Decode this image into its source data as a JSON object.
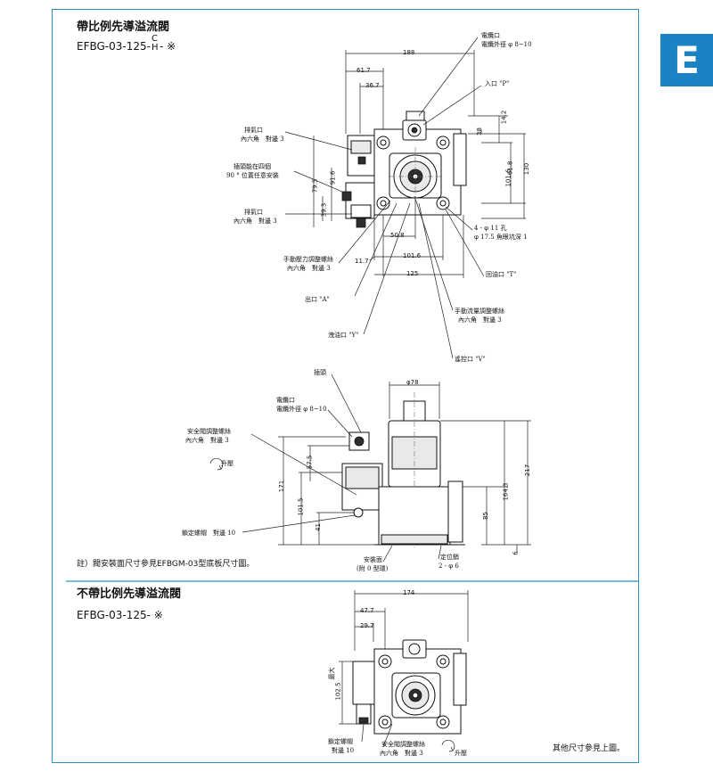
{
  "tab_letter": "E",
  "section1": {
    "title": "帶比例先導溢流閥",
    "model_prefix": "EFBG-03-125-",
    "model_variant_top": "C",
    "model_variant_bottom": "H",
    "model_suffix": "- ※"
  },
  "top_view": {
    "dims": {
      "d188": "188",
      "d61_7": "61.7",
      "d36_7": "36.7",
      "d38": "38",
      "d14_2": "14.2",
      "d61_8": "61.8",
      "d101_6": "101.6",
      "d130": "130",
      "d91_6": "91.6",
      "d79_5": "79.5",
      "d39_3": "39.3",
      "d50_8": "50.8",
      "d11_7": "11.7",
      "d101_6b": "101.6",
      "d125": "125"
    },
    "labels": {
      "cable_port": "電纜口",
      "cable_dia": "電纜外徑 φ 8~10",
      "inlet": "入口 \"P\"",
      "vent_a_1": "排氣口",
      "vent_a_2": "內六角　對邊 3",
      "plug_1": "插頭能在四個",
      "plug_2": "90 ° 位置任意安裝",
      "vent_b_1": "排氣口",
      "vent_b_2": "內六角　對邊 3",
      "holes_1": "4 - φ 11 孔",
      "holes_2": "φ 17.5 魚眼坑深 1",
      "manual_p_1": "手動壓力調整螺絲",
      "manual_p_2": "內六角　對邊 3",
      "return_t": "回油口 \"T\"",
      "outlet_a": "出口 \"A\"",
      "manual_q_1": "手動流量調整螺絲",
      "manual_q_2": "內六角　對邊 3",
      "drain_y": "洩油口 \"Y\"",
      "remote_v": "遙控口 \"V\""
    }
  },
  "side_view": {
    "dims": {
      "d78": "φ78",
      "d57_5": "57.5",
      "d171": "171",
      "d101_5": "101.5",
      "d41": "41",
      "d164_3": "164.3",
      "d85": "85",
      "d217": "217",
      "d6": "6"
    },
    "labels": {
      "plug": "插頭",
      "cable_port": "電纜口",
      "cable_dia": "電纜外徑 φ 8~10",
      "safety_1": "安全閥調整螺絲",
      "safety_2": "內六角　對邊 3",
      "rise": "升壓",
      "locknut": "鎖定螺帽　對邊 10",
      "mount_1": "安裝面",
      "mount_2": "(附 0 型環)",
      "pin_1": "定位銷",
      "pin_2": "2 - φ 6"
    }
  },
  "note1": "註）閥安裝面尺寸參見EFBGM-03型底板尺寸圖。",
  "section2": {
    "title": "不帶比例先導溢流閥",
    "model": "EFBG-03-125- ※"
  },
  "bottom_view": {
    "dims": {
      "d174": "174",
      "d47_7": "47.7",
      "d29_7": "29.7",
      "d102_5": "102.5",
      "max": "最大"
    },
    "labels": {
      "locknut_1": "鎖定螺帽",
      "locknut_2": "對邊 10",
      "safety_1": "安全閥調整螺絲",
      "safety_2": "內六角　對邊 3",
      "rise": "升壓"
    }
  },
  "note2": "其他尺寸參見上圖。"
}
